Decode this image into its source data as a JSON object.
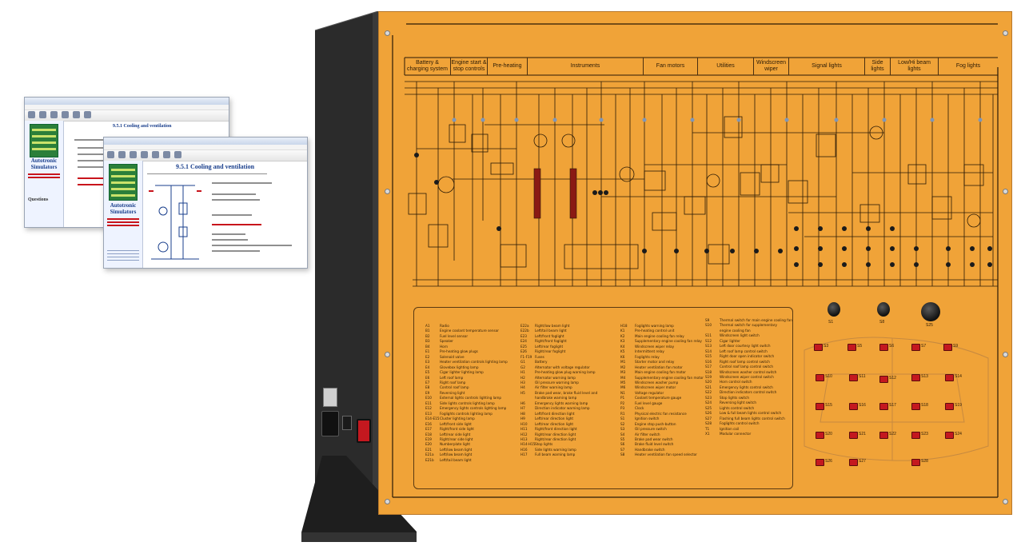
{
  "screenshots": {
    "back_window": {
      "doc_title": "9.5.1 Cooling and ventilation",
      "brand": "Autotronic Simulators",
      "section": "Questions"
    },
    "front_window": {
      "doc_title": "9.5.1 Cooling and ventilation",
      "brand": "Autotronic Simulators"
    }
  },
  "panel": {
    "sections": [
      "Battery & charging system",
      "Engine start & stop controls",
      "Pre-heating",
      "Instruments",
      "Fan motors",
      "Utilities",
      "Windscreen wiper",
      "Signal lights",
      "Side lights",
      "Low/Hi beam lights",
      "Fog lights"
    ],
    "legend": {
      "col1": [
        [
          "A1",
          "Radio"
        ],
        [
          "B1",
          "Engine coolant temperature sensor"
        ],
        [
          "B2",
          "Fuel level sensor"
        ],
        [
          "B3",
          "Speaker"
        ],
        [
          "B4",
          "Horn"
        ],
        [
          "E1",
          "Pre-heating glow plugs"
        ],
        [
          "E2",
          "Solenoid valve"
        ],
        [
          "E3",
          "Heater ventilation controls lighting lamp"
        ],
        [
          "E4",
          "Glovebox lighting lamp"
        ],
        [
          "E5",
          "Cigar lighter lighting lamp"
        ],
        [
          "E6",
          "Left roof lamp"
        ],
        [
          "E7",
          "Right roof lamp"
        ],
        [
          "E8",
          "Control roof lamp"
        ],
        [
          "E9",
          "Reversing light"
        ],
        [
          "E10",
          "External lights controls lighting lamp"
        ],
        [
          "E11",
          "Side lights controls lighting lamp"
        ],
        [
          "E12",
          "Emergency lights controls lighting lamp"
        ],
        [
          "E13",
          "Foglights controls lighting lamp"
        ],
        [
          "E14-E15",
          "Cluster lighting lamp"
        ],
        [
          "E16",
          "Left/front side light"
        ],
        [
          "E17",
          "Right/front side light"
        ],
        [
          "E18",
          "Left/rear side light"
        ],
        [
          "E19",
          "Right/rear side light"
        ],
        [
          "E20",
          "Numberplate light"
        ],
        [
          "E21",
          "Left/low beam light"
        ],
        [
          "E21a",
          "Left/low beam light"
        ],
        [
          "E21b",
          "Left/tail beam light"
        ]
      ],
      "col2": [
        [
          "E22a",
          "Right/low beam light"
        ],
        [
          "E22b",
          "Left/tail beam light"
        ],
        [
          "E23",
          "Left/front foglight"
        ],
        [
          "E24",
          "Right/front foglight"
        ],
        [
          "E25",
          "Left/rear foglight"
        ],
        [
          "E26",
          "Right/rear foglight"
        ],
        [
          "F1-F19",
          "Fuses"
        ],
        [
          "G1",
          "Battery"
        ],
        [
          "G2",
          "Alternator with voltage regulator"
        ],
        [
          "H1",
          "Pre-heating glow plug warning lamp"
        ],
        [
          "H2",
          "Alternator warning lamp"
        ],
        [
          "H3",
          "Oil pressure warning lamp"
        ],
        [
          "H4",
          "Air filter warning lamp"
        ],
        [
          "H5",
          "Brake pad wear, brake fluid level and"
        ],
        [
          "",
          "handbrake warning lamp"
        ],
        [
          "H6",
          "Emergency lights warning lamp"
        ],
        [
          "H7",
          "Direction indicator warning lamp"
        ],
        [
          "H8",
          "Left/front direction light"
        ],
        [
          "H9",
          "Left/rear direction light"
        ],
        [
          "H10",
          "Left/rear direction light"
        ],
        [
          "H11",
          "Right/front direction light"
        ],
        [
          "H12",
          "Right/rear direction light"
        ],
        [
          "H13",
          "Right/rear direction light"
        ],
        [
          "H14-H15",
          "Stop lights"
        ],
        [
          "H16",
          "Side lights warning lamp"
        ],
        [
          "H17",
          "Full beam warning lamp"
        ]
      ],
      "col3": [
        [
          "H18",
          "Foglights warning lamp"
        ],
        [
          "K1",
          "Pre-heating control unit"
        ],
        [
          "K2",
          "Main engine cooling fan relay"
        ],
        [
          "K3",
          "Supplementary engine cooling fan relay"
        ],
        [
          "K4",
          "Windscreen wiper relay"
        ],
        [
          "K5",
          "Intermittent relay"
        ],
        [
          "K6",
          "Foglights relay"
        ],
        [
          "M1",
          "Starter motor and relay"
        ],
        [
          "M2",
          "Heater ventilation fan motor"
        ],
        [
          "M3",
          "Main engine cooling fan motor"
        ],
        [
          "M4",
          "Supplementary engine cooling fan motor"
        ],
        [
          "M5",
          "Windscreen washer pump"
        ],
        [
          "M6",
          "Windscreen wiper motor"
        ],
        [
          "N1",
          "Voltage regulator"
        ],
        [
          "P1",
          "Coolant temperature gauge"
        ],
        [
          "P2",
          "Fuel level gauge"
        ],
        [
          "P3",
          "Clock"
        ],
        [
          "R1",
          "Physical electric fan resistance"
        ],
        [
          "S1",
          "Ignition switch"
        ],
        [
          "S2",
          "Engine stop push-button"
        ],
        [
          "S3",
          "Oil pressure switch"
        ],
        [
          "S4",
          "Air filter switch"
        ],
        [
          "S5",
          "Brake pad wear switch"
        ],
        [
          "S6",
          "Brake fluid level switch"
        ],
        [
          "S7",
          "Handbrake switch"
        ],
        [
          "S8",
          "Heater ventilation fan speed selector"
        ]
      ],
      "col4": [
        [
          "S9",
          "Thermal switch for main engine cooling fan"
        ],
        [
          "S10",
          "Thermal switch for supplementary"
        ],
        [
          "",
          "engine cooling fan"
        ],
        [
          "S11",
          "Windscreen light switch"
        ],
        [
          "S12",
          "Cigar lighter"
        ],
        [
          "S13",
          "Left door courtesy light switch"
        ],
        [
          "S14",
          "Left roof lamp control switch"
        ],
        [
          "S15",
          "Right door open indicator switch"
        ],
        [
          "S16",
          "Right roof lamp control switch"
        ],
        [
          "S17",
          "Control roof lamp control switch"
        ],
        [
          "S18",
          "Windscreen washer control switch"
        ],
        [
          "S19",
          "Windscreen wiper control switch"
        ],
        [
          "S20",
          "Horn control switch"
        ],
        [
          "S21",
          "Emergency lights control switch"
        ],
        [
          "S22",
          "Direction indicators control switch"
        ],
        [
          "S23",
          "Stop lights switch"
        ],
        [
          "S24",
          "Reversing light switch"
        ],
        [
          "S25",
          "Lights control switch"
        ],
        [
          "S26",
          "Low & full beam lights control switch"
        ],
        [
          "S27",
          "Flashing full beam lights control switch"
        ],
        [
          "S28",
          "Foglights control switch"
        ],
        [
          "T1",
          "Ignition coil"
        ],
        [
          "X1",
          "Modular connector"
        ]
      ]
    },
    "control_labels": [
      "S1",
      "S8",
      "S25",
      "S3",
      "S5",
      "S6",
      "S7",
      "S9",
      "S10",
      "S11",
      "S12",
      "S13",
      "S14",
      "S15",
      "S16",
      "S17",
      "S18",
      "S19",
      "S20",
      "S21",
      "S22",
      "S23",
      "S24",
      "S26",
      "S27",
      "S28"
    ],
    "colors": {
      "panel_face": "#f0a338",
      "cabinet": "#2a2a2a",
      "line_art": "#2a1a06",
      "warning_lamp": "#c4181f"
    }
  }
}
